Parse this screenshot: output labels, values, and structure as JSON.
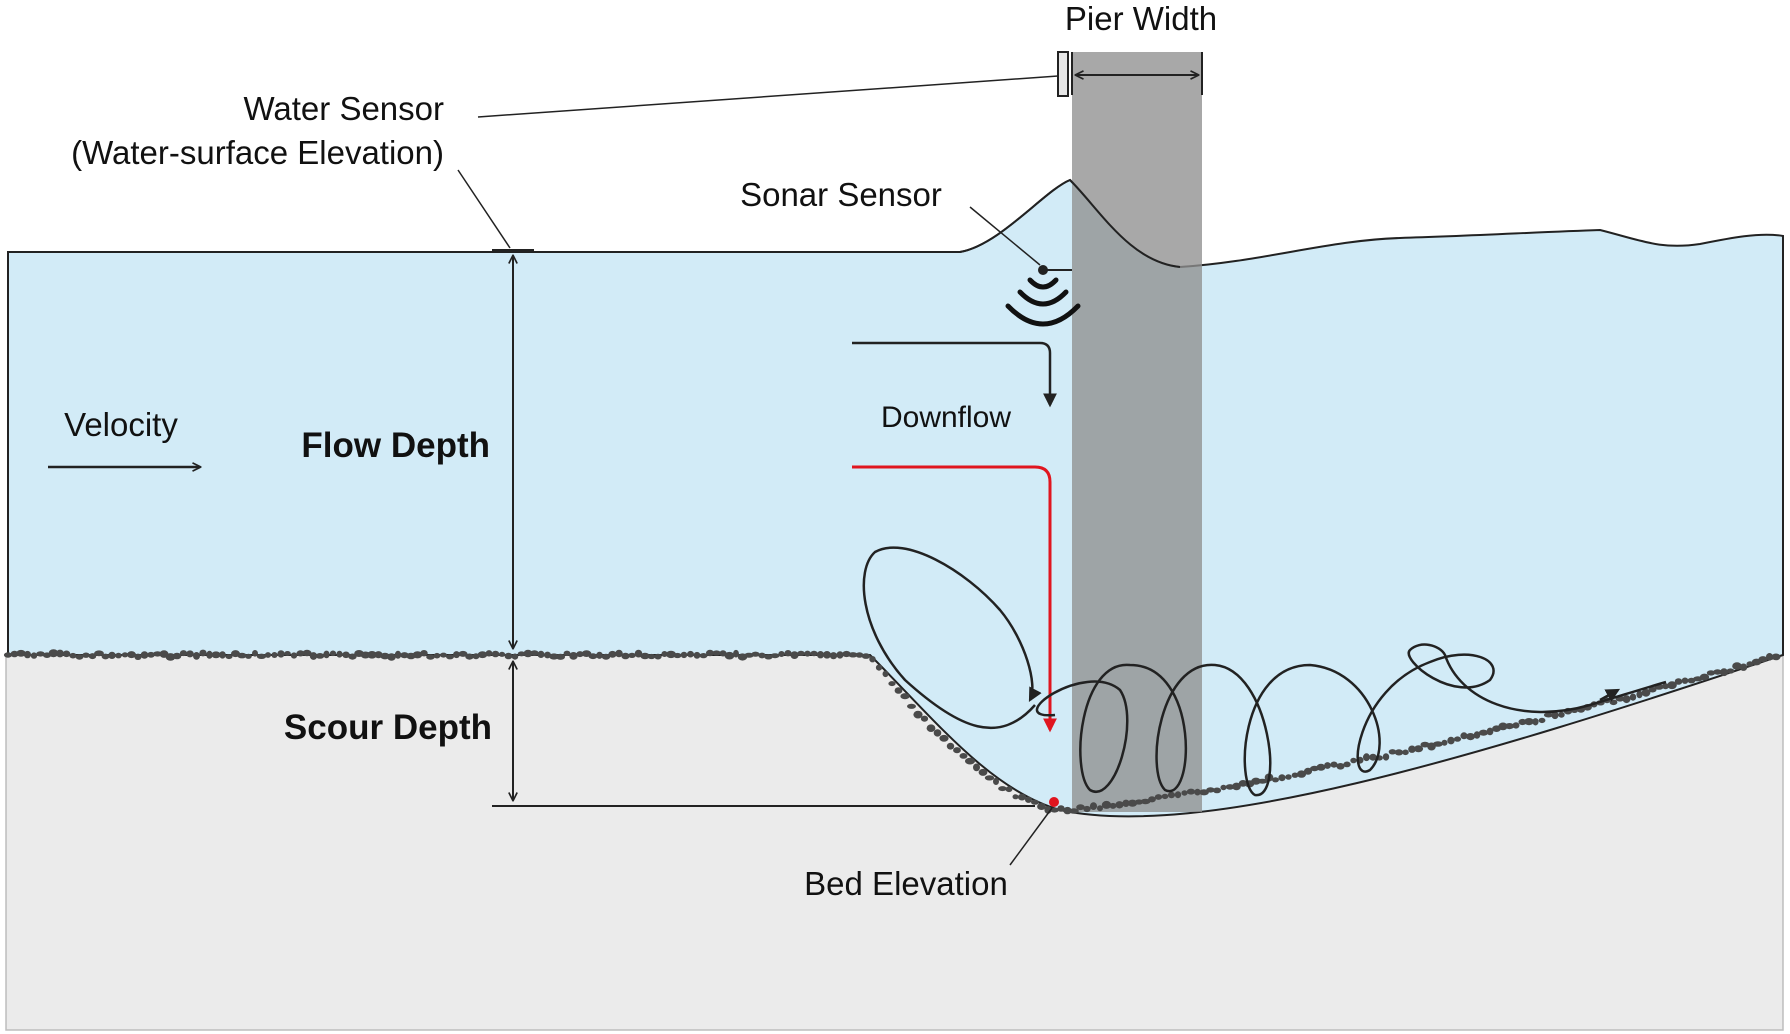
{
  "labels": {
    "pier_width": "Pier Width",
    "water_sensor_line1": "Water Sensor",
    "water_sensor_line2": "(Water-surface Elevation)",
    "sonar_sensor": "Sonar Sensor",
    "velocity": "Velocity",
    "flow_depth": "Flow Depth",
    "downflow": "Downflow",
    "scour_depth": "Scour Depth",
    "bed_elevation": "Bed Elevation"
  },
  "colors": {
    "water": "#d2ebf7",
    "sediment": "#ebebeb",
    "pier": "#9a9a9a",
    "downflow_path": "#e0151f",
    "bed_elevation_marker": "#e0151f",
    "gravel": "#4a4a4a",
    "line": "#222222"
  }
}
